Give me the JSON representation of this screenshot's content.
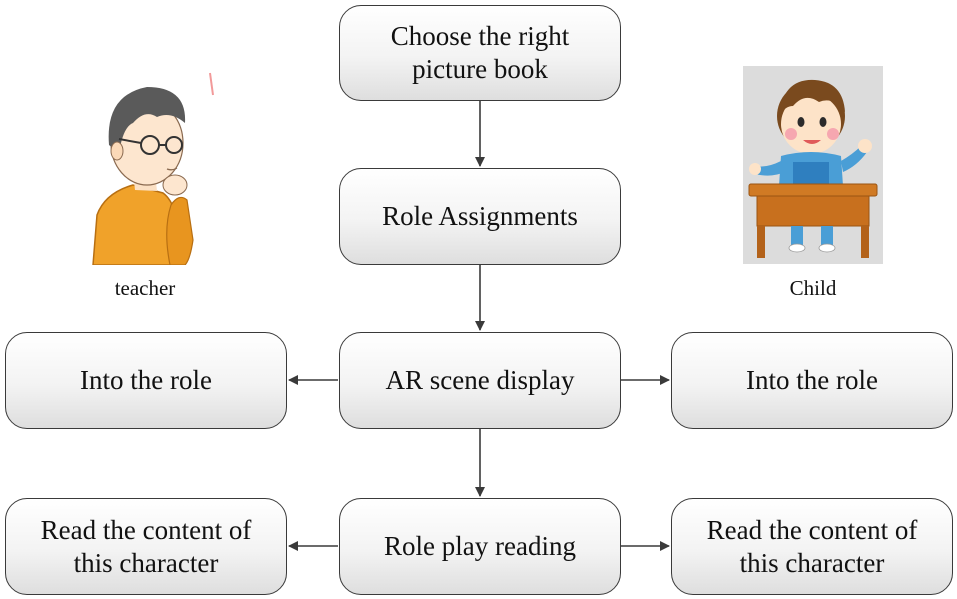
{
  "nodes": {
    "choose_book": "Choose the right picture book",
    "role_assignments": "Role Assignments",
    "ar_scene_display": "AR scene display",
    "teacher_into_role": "Into the role",
    "child_into_role": "Into the role",
    "role_play_reading": "Role play reading",
    "teacher_read_content": "Read the content of this character",
    "child_read_content": "Read the content of this character"
  },
  "figures": {
    "teacher_label": "teacher",
    "child_label": "Child"
  },
  "colors": {
    "box_border": "#3a3a3a",
    "arrow": "#3a3a3a",
    "teacher_shirt": "#f0a22a",
    "child_shirt": "#4a9ed6",
    "desk": "#c8701e"
  }
}
